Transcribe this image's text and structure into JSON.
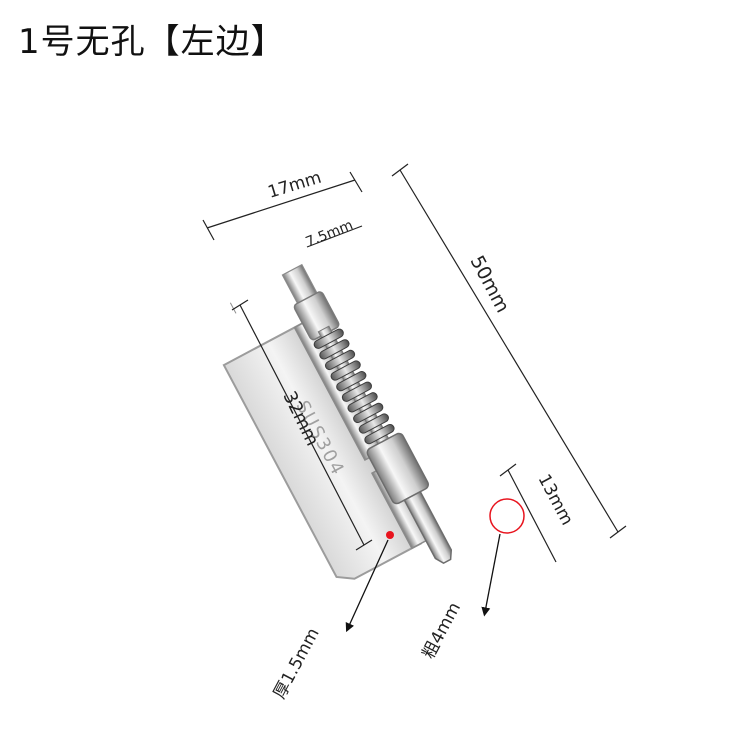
{
  "title": "1号无孔【左边】",
  "dimensions": {
    "width_top": "17mm",
    "pin_diameter": "7.5mm",
    "length": "50mm",
    "plate_height": "32mm",
    "pin_tip": "13mm",
    "thickness": "厚1.5mm",
    "pin_thickness": "粗4mm"
  },
  "stamp": "SUS304",
  "colors": {
    "marker_red": "#e8141e",
    "metal_light": "#f2f2f2",
    "metal_dark": "#9a9a9a"
  }
}
